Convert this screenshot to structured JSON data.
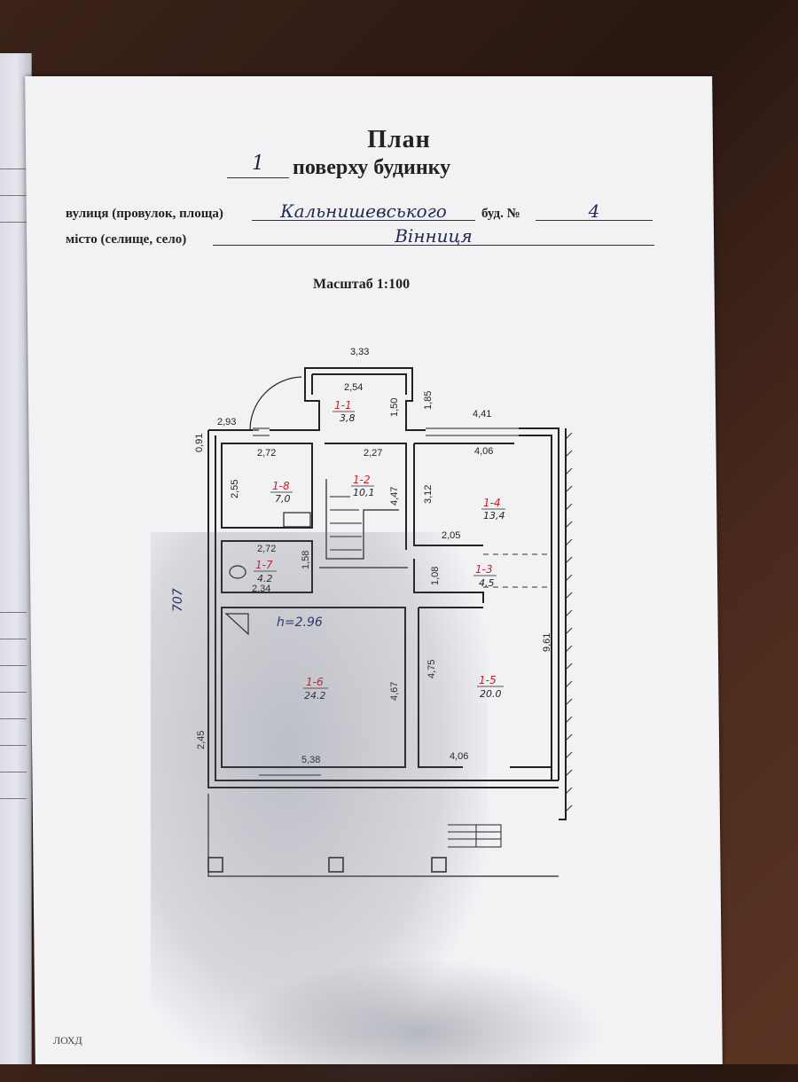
{
  "document": {
    "title": "План",
    "floor_number": "1",
    "subtitle": "поверху будинку",
    "street_label": "вулиця (провулок, площа)",
    "street_value": "Кальнишевського",
    "building_label": "буд. №",
    "building_value": "4",
    "city_label": "місто (селище, село)",
    "city_value": "Вінниця",
    "scale": "Масштаб 1:100",
    "footer": "ЛОХД"
  },
  "plan": {
    "height_note": "h=2.96",
    "overall_width_left": "707",
    "dimensions": {
      "d333": "3,33",
      "d254": "2,54",
      "d150": "1,50",
      "d185": "1,85",
      "d293": "2,93",
      "d441": "4,41",
      "d091": "0,91",
      "d272a": "2,72",
      "d227": "2,27",
      "d406a": "4,06",
      "d255": "2,55",
      "d447": "4,47",
      "d312": "3,12",
      "d272b": "2,72",
      "d158": "1,58",
      "d205": "2,05",
      "d108": "1,08",
      "d234": "2,34",
      "d961": "9,61",
      "d475": "4,75",
      "d467": "4,67",
      "d245": "2,45",
      "d538": "5,38",
      "d406b": "4,06"
    },
    "rooms": [
      {
        "id": "1-1",
        "area": "3,8"
      },
      {
        "id": "1-2",
        "area": "10,1"
      },
      {
        "id": "1-3",
        "area": "4,5"
      },
      {
        "id": "1-4",
        "area": "13,4"
      },
      {
        "id": "1-5",
        "area": "20.0"
      },
      {
        "id": "1-6",
        "area": "24.2"
      },
      {
        "id": "1-7",
        "area": "4.2"
      },
      {
        "id": "1-8",
        "area": "7,0"
      }
    ]
  }
}
